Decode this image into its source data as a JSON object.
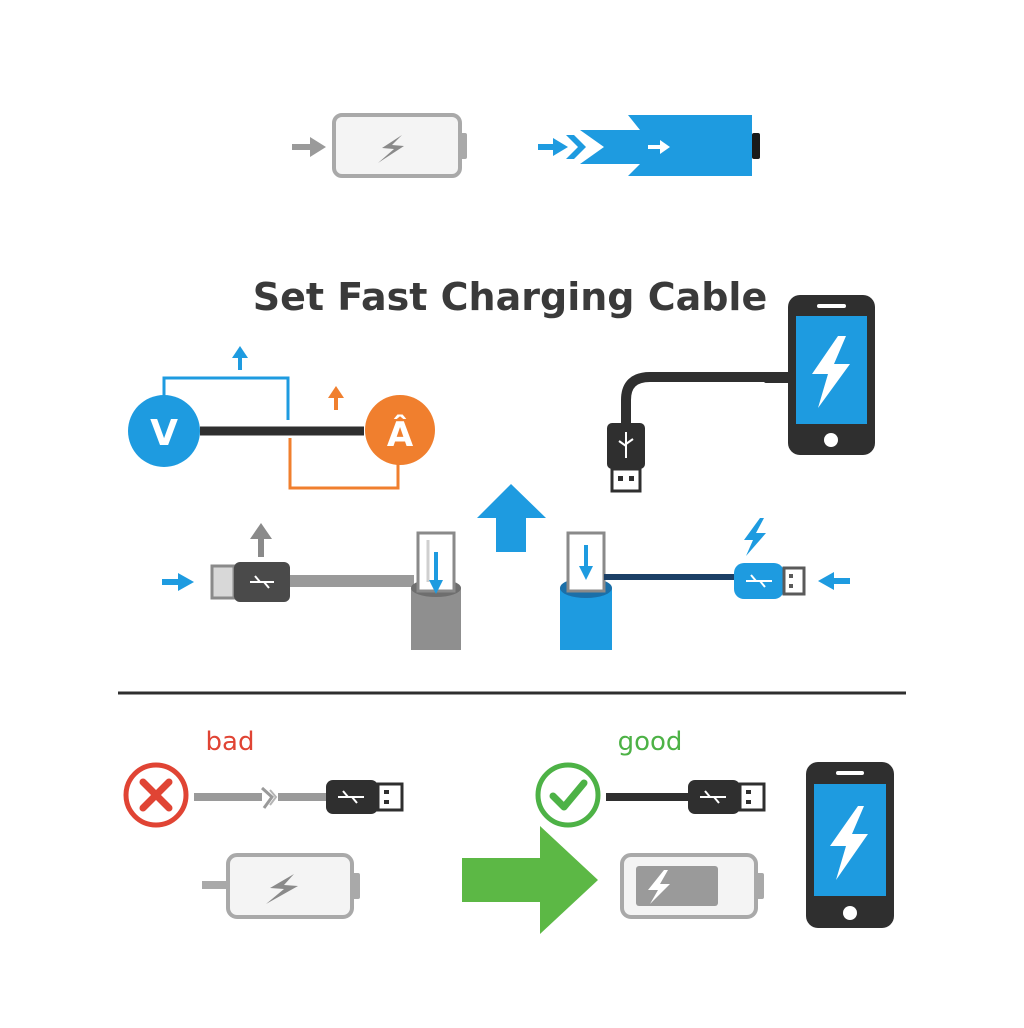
{
  "title": "Set Fast Charging Cable",
  "voltage_label": "V",
  "current_label": "Â",
  "comparison": {
    "bad_label": "bad",
    "good_label": "good"
  },
  "icons": {
    "charging": "lightning-bolt",
    "usb": "usb-trident",
    "bad": "cross-mark",
    "good": "check-mark"
  },
  "colors": {
    "title": "#3a3a3a",
    "blue": "#1e9be0",
    "dark_blue": "#1b3f66",
    "orange": "#f07f2e",
    "gray": "#9a9a9a",
    "dark": "#2f2f2f",
    "bad": "#e04434",
    "good": "#4db246",
    "green_arrow": "#5cb845"
  }
}
